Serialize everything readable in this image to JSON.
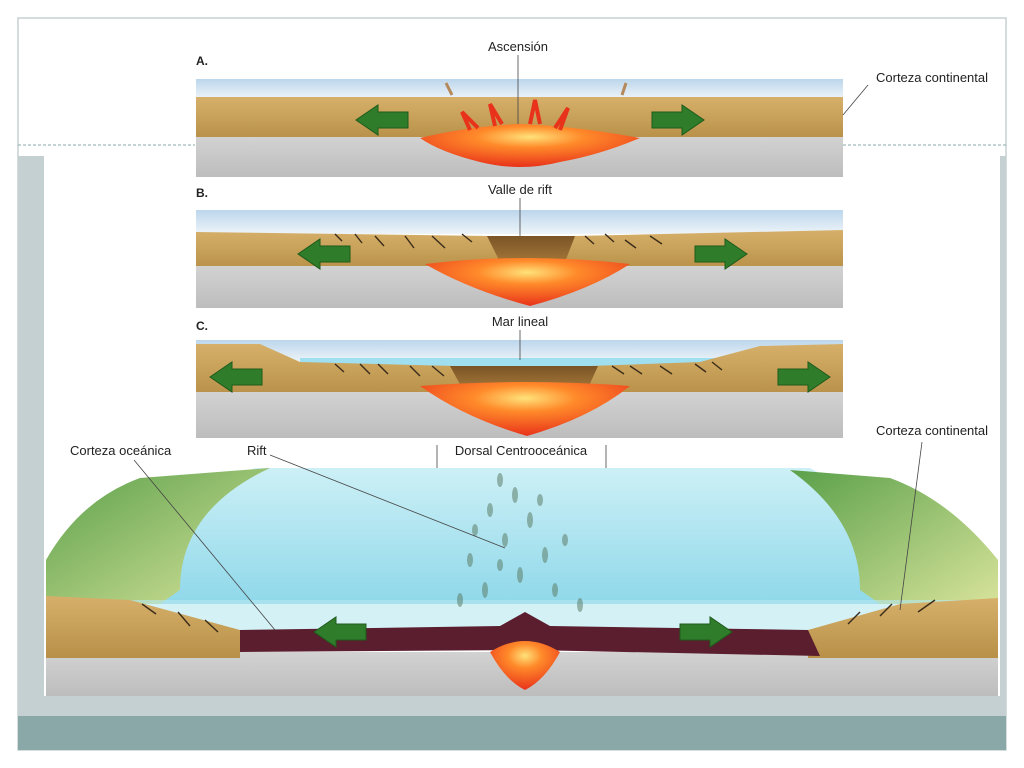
{
  "panels": {
    "a": {
      "letter": "A.",
      "label": "Ascensión"
    },
    "b": {
      "letter": "B.",
      "label": "Valle de rift"
    },
    "c": {
      "letter": "C.",
      "label": "Mar lineal"
    }
  },
  "labels": {
    "continental_top": "Corteza continental",
    "oceanic": "Corteza oceánica",
    "rift": "Rift",
    "ridge": "Dorsal Centrooceánica",
    "continental_bottom": "Corteza continental"
  },
  "colors": {
    "continental_crust": "#c8a25a",
    "mantle": "#c9c9c9",
    "magma": "#f0501e",
    "oceanic_crust": "#5a1e2e",
    "ocean": "#a9e3ef",
    "arrow": "#2f7d2a",
    "slide_frame": "#c5d0d3",
    "slide_band": "#8aa8a8"
  },
  "icons": [
    "arrow-left-icon",
    "arrow-right-icon"
  ]
}
